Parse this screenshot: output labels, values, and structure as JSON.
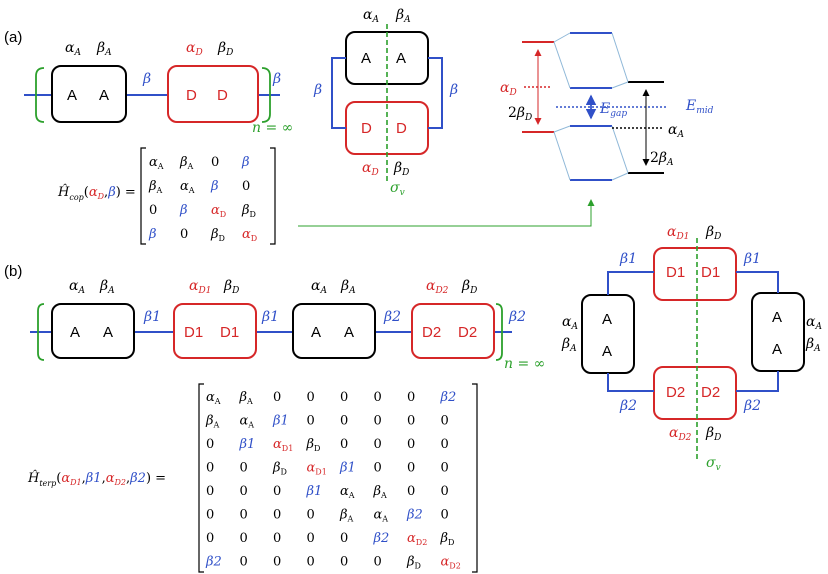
{
  "colors": {
    "black": "#000000",
    "red": "#d62728",
    "blue": "#3050c8",
    "green": "#2ca02c",
    "lightblue": "#8fb8d8"
  },
  "panel_a": {
    "label": "(a)",
    "alpha": "α",
    "beta": "β",
    "sub_A": "A",
    "sub_D": "D",
    "box_A": "A",
    "box_D": "D",
    "n_inf": "n = ∞",
    "sigma": "σ",
    "sigma_sub": "v",
    "ham_sub": "cop",
    "matrix": [
      [
        "αA",
        "βA",
        "0",
        "β"
      ],
      [
        "βA",
        "αA",
        "β",
        "0"
      ],
      [
        "0",
        "β",
        "αD",
        "βD"
      ],
      [
        "β",
        "0",
        "βD",
        "αD"
      ]
    ],
    "egap": "E",
    "egap_sub": "gap",
    "emid": "E",
    "emid_sub": "mid",
    "two": "2"
  },
  "panel_b": {
    "label": "(b)",
    "box_D1": "D1",
    "box_D2": "D2",
    "beta1": "β1",
    "beta2": "β2",
    "sub_D1": "D1",
    "sub_D2": "D2",
    "ham_sub": "terp",
    "n_inf": "n = ∞",
    "sigma": "σ",
    "sigma_sub": "v",
    "matrix": [
      [
        "αA",
        "βA",
        "0",
        "0",
        "0",
        "0",
        "0",
        "β2"
      ],
      [
        "βA",
        "αA",
        "β1",
        "0",
        "0",
        "0",
        "0",
        "0"
      ],
      [
        "0",
        "β1",
        "αD1",
        "βD",
        "0",
        "0",
        "0",
        "0"
      ],
      [
        "0",
        "0",
        "βD",
        "αD1",
        "β1",
        "0",
        "0",
        "0"
      ],
      [
        "0",
        "0",
        "0",
        "β1",
        "αA",
        "βA",
        "0",
        "0"
      ],
      [
        "0",
        "0",
        "0",
        "0",
        "βA",
        "αA",
        "β2",
        "0"
      ],
      [
        "0",
        "0",
        "0",
        "0",
        "0",
        "β2",
        "αD2",
        "βD"
      ],
      [
        "β2",
        "0",
        "0",
        "0",
        "0",
        "0",
        "βD",
        "αD2"
      ]
    ]
  }
}
